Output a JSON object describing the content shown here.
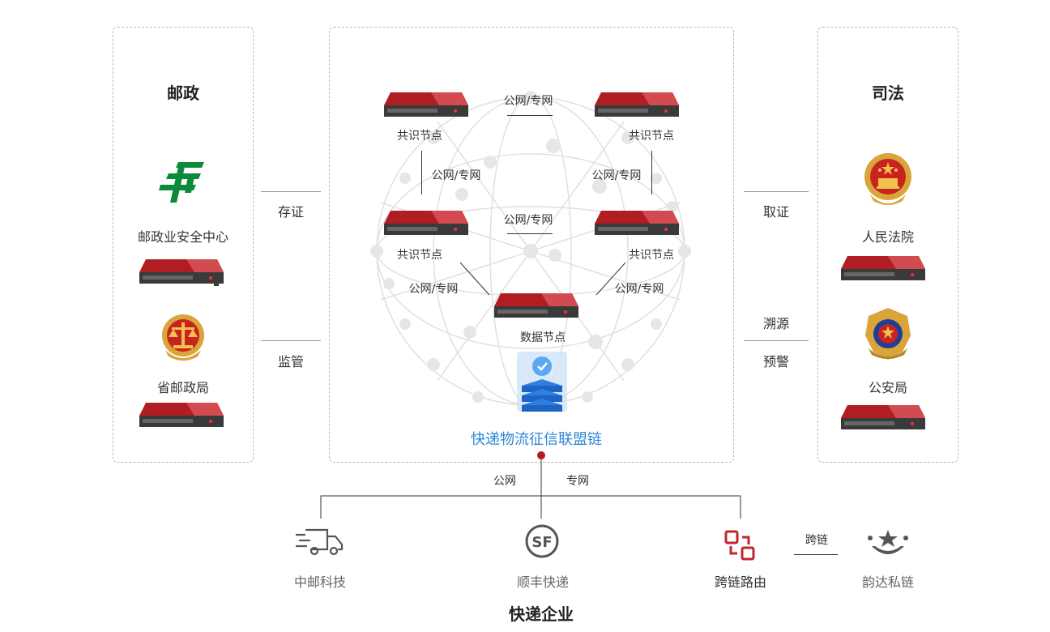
{
  "postal": {
    "title": "邮政",
    "security_center": "邮政业安全中心",
    "bureau": "省邮政局"
  },
  "judicial": {
    "title": "司法",
    "court": "人民法院",
    "police": "公安局"
  },
  "links": {
    "store": "存证",
    "supervise": "监管",
    "obtain": "取证",
    "trace": "溯源",
    "warn": "预警"
  },
  "chain": {
    "network_label": "公网/专网",
    "consensus_node": "共识节点",
    "data_node": "数据节点",
    "name": "快递物流征信联盟链"
  },
  "bottom": {
    "public_net": "公网",
    "private_net": "专网",
    "china_post_tech": "中邮科技",
    "sf_express": "顺丰快递",
    "cross_chain_router": "跨链路由",
    "cross_chain": "跨链",
    "yunda": "韵达私链",
    "express_companies": "快递企业"
  },
  "colors": {
    "server_red": "#a8161c",
    "chain_blue": "#2f87d6",
    "post_green": "#0a8a3a",
    "router_red": "#c0262d"
  }
}
